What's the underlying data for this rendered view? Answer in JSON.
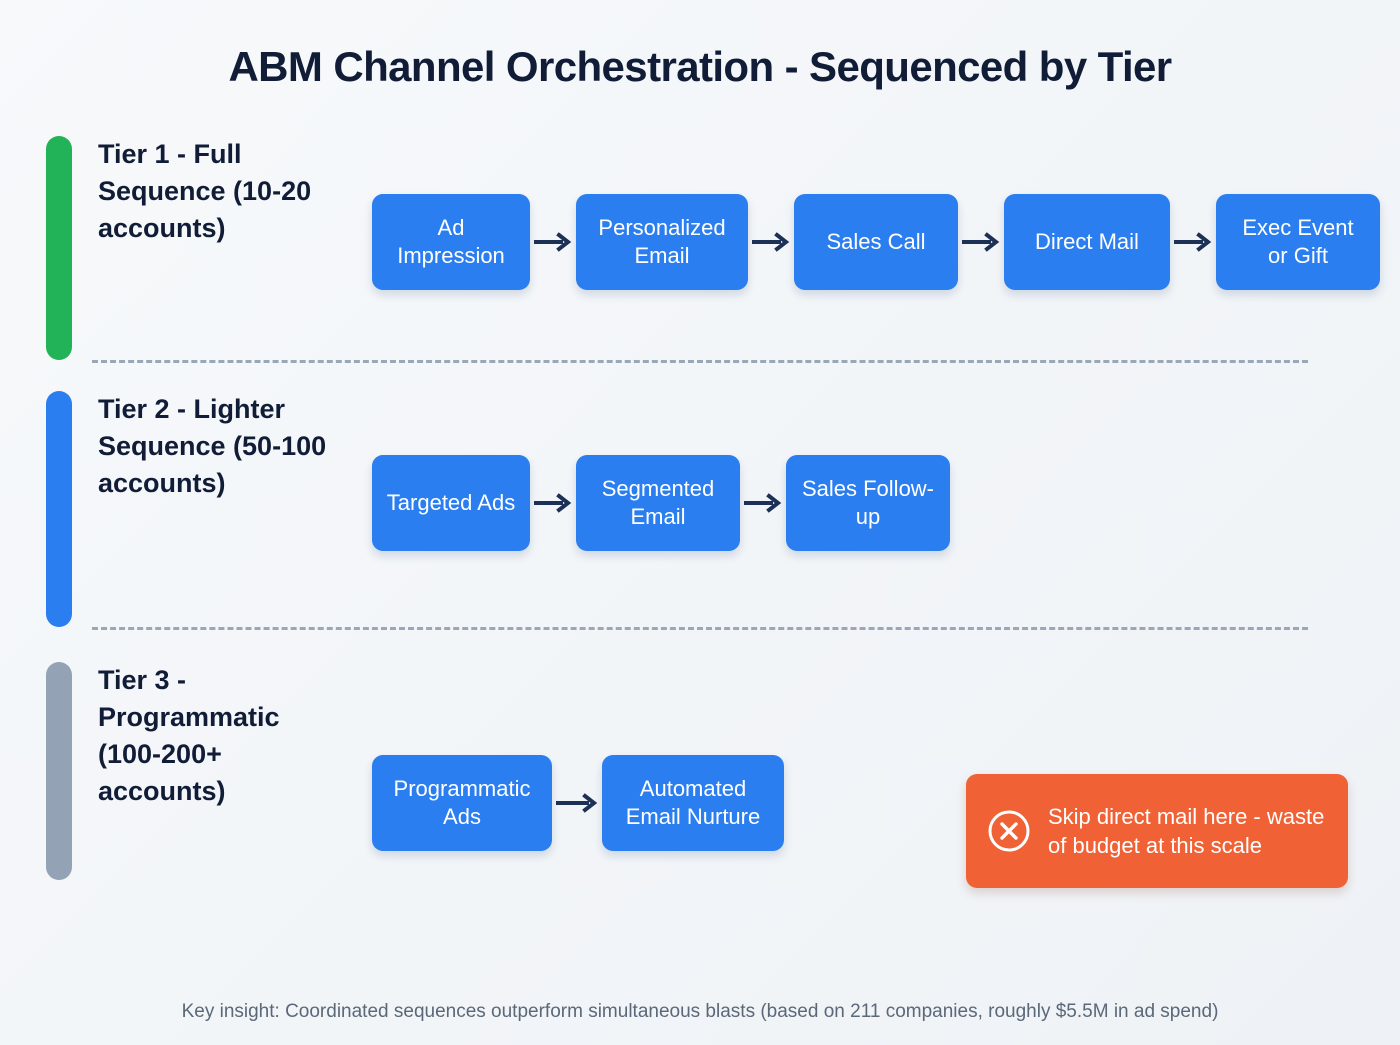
{
  "title": "ABM Channel Orchestration - Sequenced by Tier",
  "colors": {
    "tier1_accent": "#22b257",
    "tier2_accent": "#2b7ef0",
    "tier3_accent": "#93a2b4",
    "node": "#2b7ef0",
    "callout": "#f06236",
    "title": "#111c37",
    "arrow": "#1d3055"
  },
  "tiers": [
    {
      "label": "Tier 1 - Full Sequence (10-20 accounts)",
      "accent_color": "#22b257",
      "steps": [
        "Ad Impression",
        "Personalized Email",
        "Sales Call",
        "Direct Mail",
        "Exec Event or Gift"
      ]
    },
    {
      "label": "Tier 2 - Lighter Sequence (50-100 accounts)",
      "accent_color": "#2b7ef0",
      "steps": [
        "Targeted Ads",
        "Segmented Email",
        "Sales Follow-up"
      ]
    },
    {
      "label": "Tier 3 - Programmatic (100-200+ accounts)",
      "accent_color": "#93a2b4",
      "steps": [
        "Programmatic Ads",
        "Automated Email Nurture"
      ]
    }
  ],
  "callout": {
    "icon": "circle-x-icon",
    "text": "Skip direct mail here - waste of budget at this scale"
  },
  "footer": "Key insight: Coordinated sequences outperform simultaneous blasts (based on 211 companies, roughly $5.5M in ad spend)"
}
